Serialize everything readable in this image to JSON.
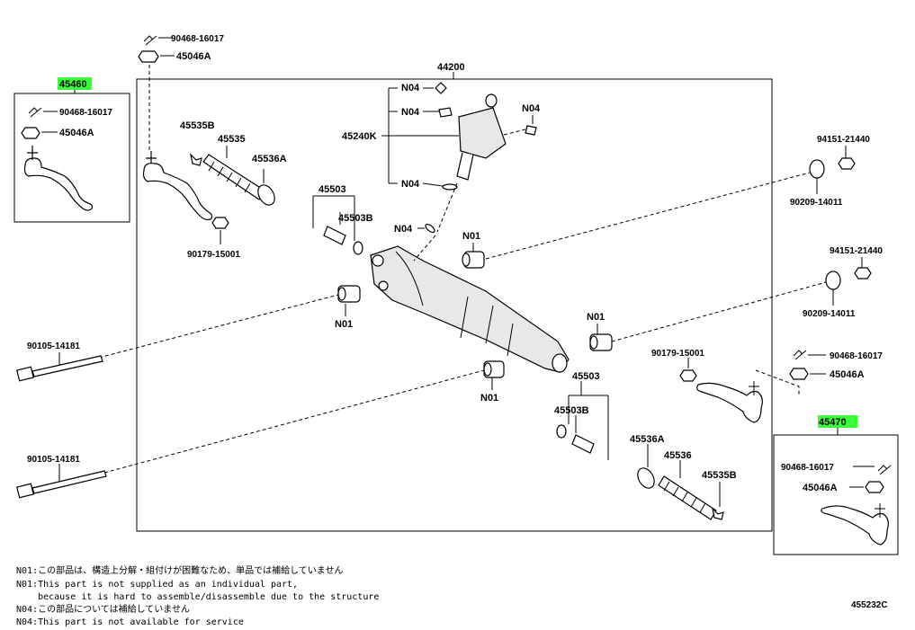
{
  "labels": {
    "top_clip_90468": "90468-16017",
    "top_nut_45046A": "45046A",
    "assembly_44200": "44200",
    "left_box_45460": "45460",
    "left_box_clip": "90468-16017",
    "left_box_nut": "45046A",
    "l_45535B": "45535B",
    "l_45535": "45535",
    "l_45536A": "45536A",
    "l_45503": "45503",
    "l_45503B": "45503B",
    "l_90179": "90179-15001",
    "n04_a": "N04",
    "n04_b": "N04",
    "n04_c": "N04",
    "n04_d": "N04",
    "n04_e": "N04",
    "l_45240K": "45240K",
    "n01_a": "N01",
    "n01_b": "N01",
    "n01_c": "N01",
    "n01_d": "N01",
    "r_94151_a": "94151-21440",
    "r_90209_a": "90209-14011",
    "r_94151_b": "94151-21440",
    "r_90209_b": "90209-14011",
    "l_90105_a": "90105-14181",
    "l_90105_b": "90105-14181",
    "r_90179": "90179-15001",
    "r_90468": "90468-16017",
    "r_45046A": "45046A",
    "r_45503": "45503",
    "r_45503B": "45503B",
    "r_45536A": "45536A",
    "r_45536": "45536",
    "r_45535B": "45535B",
    "right_box_45470": "45470",
    "right_box_clip": "90468-16017",
    "right_box_nut": "45046A",
    "figure_code": "455232C"
  },
  "notes": [
    "N01:この部品は、構造上分解・組付けが困難なため、単品では補給していません",
    "N01:This part is not supplied as an individual part,",
    "    because it is hard to assemble/disassemble due to the structure",
    "N04:この部品については補給していません",
    "N04:This part is not available for service"
  ],
  "colors": {
    "highlight": "#39ff39",
    "line": "#000000"
  }
}
